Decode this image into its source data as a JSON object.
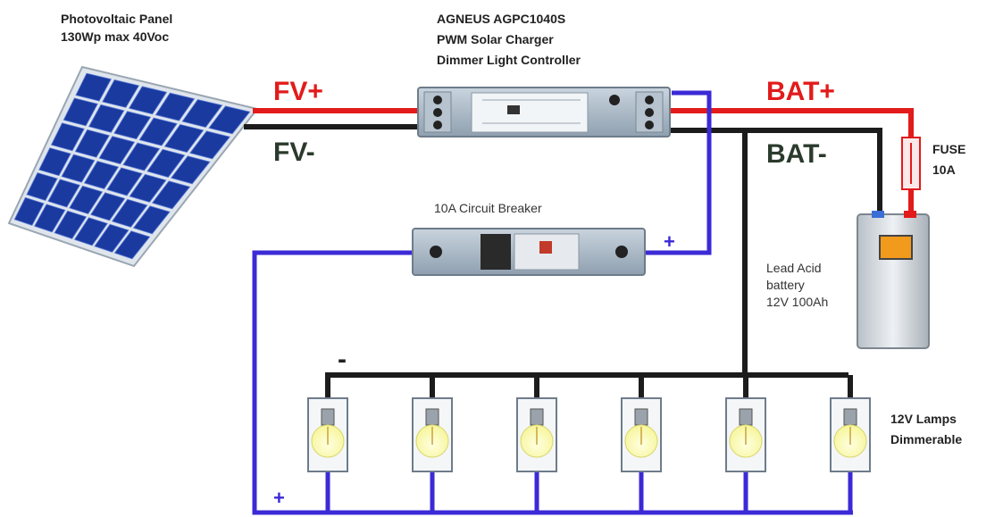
{
  "panel": {
    "title_line1": "Photovoltaic Panel",
    "title_line2": "130Wp max 40Voc"
  },
  "controller": {
    "line1": "AGNEUS AGPC1040S",
    "line2": "PWM Solar Charger",
    "line3": "Dimmer Light Controller"
  },
  "wire_labels": {
    "fv_pos": "FV+",
    "fv_neg": "FV-",
    "bat_pos": "BAT+",
    "bat_neg": "BAT-"
  },
  "fuse": {
    "line1": "FUSE",
    "line2": "10A"
  },
  "breaker": {
    "label": "10A Circuit Breaker",
    "plus": "+"
  },
  "battery": {
    "line1": "Lead Acid",
    "line2": "battery",
    "line3": "12V 100Ah"
  },
  "lamps": {
    "count": 6,
    "line1": "12V Lamps",
    "line2": "Dimmerable",
    "minus": "-",
    "plus": "+"
  },
  "colors": {
    "positive": "#e21b1b",
    "negative": "#1c1c1c",
    "load_positive": "#3b2ad6",
    "panel_blue": "#1a3aa0",
    "lamp_glow": "#f6f59a"
  }
}
